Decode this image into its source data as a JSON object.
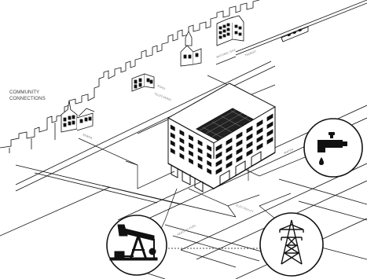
{
  "diagram": {
    "heading_line1": "COMMUNITY",
    "heading_line2": "CONNECTIONS",
    "line_labels": [
      "SEWER",
      "TELECOMMS",
      "NATURAL GAS",
      "WATER",
      "ELECTRICITY",
      "HEATING FUEL",
      "TRANSIT",
      "ROAD"
    ]
  },
  "icons": {
    "water": "water-tap-icon",
    "oil": "oil-pumpjack-icon",
    "power": "power-pylon-icon",
    "train": "train-icon"
  },
  "colors": {
    "ink": "#111111",
    "line": "#222222",
    "label": "#555555"
  }
}
